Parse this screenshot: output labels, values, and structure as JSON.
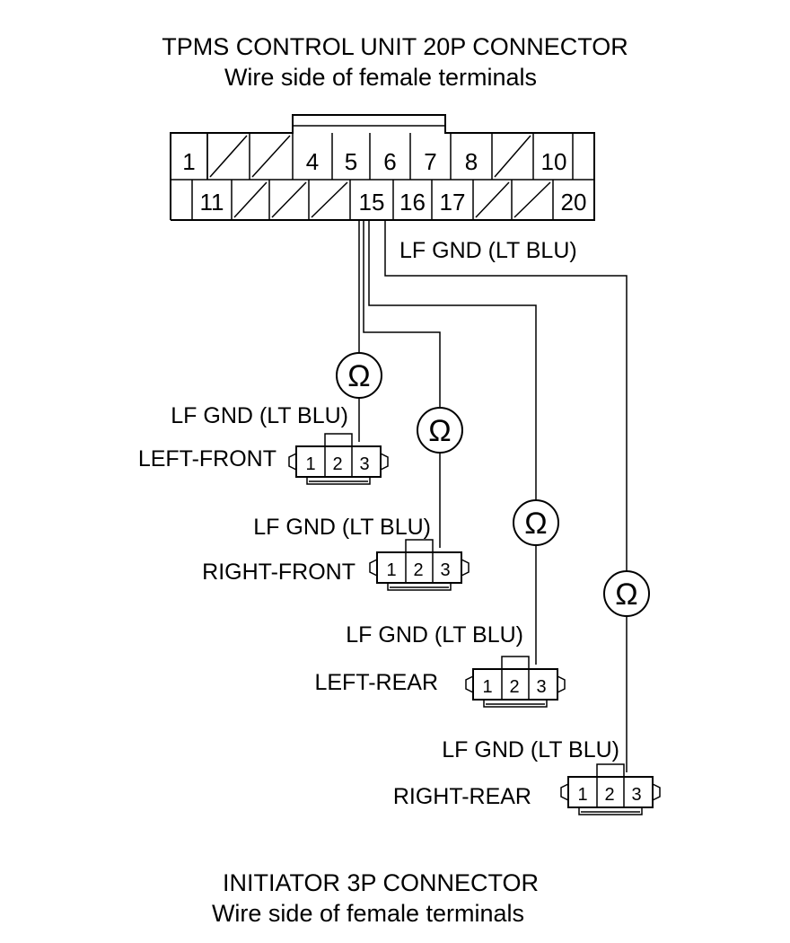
{
  "header": {
    "title": "TPMS CONTROL UNIT 20P CONNECTOR",
    "subtitle": "Wire side of female terminals"
  },
  "control_unit_connector": {
    "top_row": [
      "1",
      "",
      "",
      "4",
      "5",
      "6",
      "7",
      "8",
      "",
      "10"
    ],
    "bottom_row": [
      "11",
      "",
      "",
      "",
      "15",
      "16",
      "17",
      "",
      "",
      "20"
    ]
  },
  "lf_gnd_wire_label": "LF GND (LT BLU)",
  "ohm_symbol": "Ω",
  "initiators": [
    {
      "name": "LEFT-FRONT",
      "wire_label": "LF GND (LT BLU)",
      "pins": [
        "1",
        "2",
        "3"
      ]
    },
    {
      "name": "RIGHT-FRONT",
      "wire_label": "LF GND (LT BLU)",
      "pins": [
        "1",
        "2",
        "3"
      ]
    },
    {
      "name": "LEFT-REAR",
      "wire_label": "LF GND (LT BLU)",
      "pins": [
        "1",
        "2",
        "3"
      ]
    },
    {
      "name": "RIGHT-REAR",
      "wire_label": "LF GND (LT BLU)",
      "pins": [
        "1",
        "2",
        "3"
      ]
    }
  ],
  "footer": {
    "title": "INITIATOR 3P CONNECTOR",
    "subtitle": "Wire side of female terminals"
  }
}
